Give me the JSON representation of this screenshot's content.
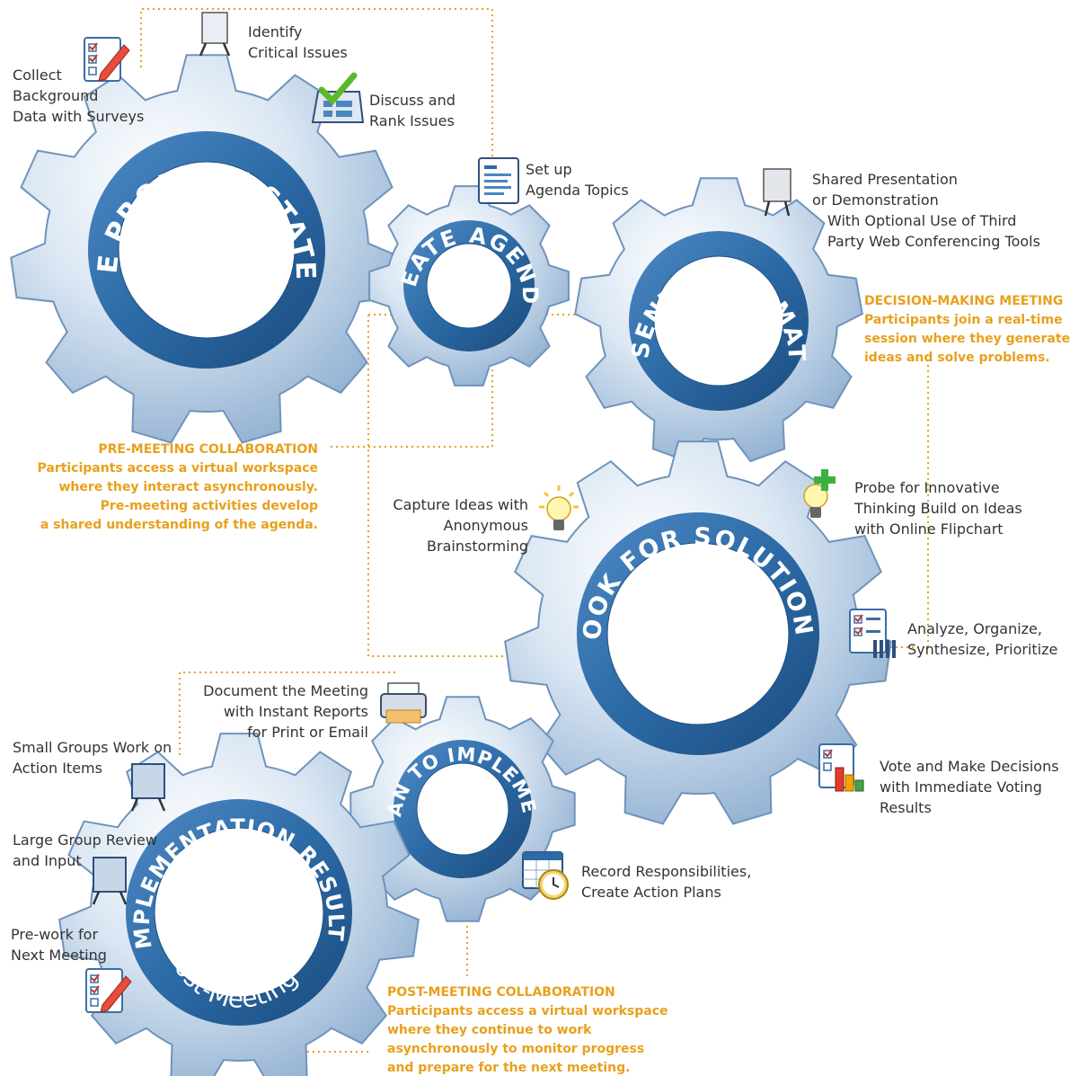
{
  "colors": {
    "gear_light": "#e6eef7",
    "gear_mid": "#a9c2dc",
    "gear_edge": "#6f93bb",
    "ring": "#2c6aa6",
    "ring_dark": "#1d4f82",
    "orange": "#e8a01c",
    "text": "#333333"
  },
  "gears": {
    "define": {
      "title": "DEFINE PROBLEM STATEMENT",
      "subtitle": "Pre-Meeting"
    },
    "agenda": {
      "title": "CREATE AGENDA"
    },
    "present": {
      "title": "PRESENT INFORMATION"
    },
    "solutions": {
      "title": "LOOK FOR SOLUTIONS"
    },
    "plan": {
      "title": "PLAN TO IMPLEMENT"
    },
    "results": {
      "title": "IMPLEMENTATION RESULTS",
      "subtitle": "Post-Meeting"
    }
  },
  "labels": {
    "collect": [
      "Collect",
      "Background",
      "Data with Surveys"
    ],
    "identify": [
      "Identify",
      "Critical Issues"
    ],
    "discuss": [
      "Discuss and",
      "Rank Issues"
    ],
    "setup": [
      "Set up",
      "Agenda Topics"
    ],
    "shared": [
      "Shared Presentation",
      "or Demonstration",
      "With Optional Use of Third",
      "Party Web Conferencing Tools"
    ],
    "capture": [
      "Capture Ideas with",
      "Anonymous",
      "Brainstorming"
    ],
    "probe": [
      "Probe for Innovative",
      "Thinking Build on Ideas",
      "with Online Flipchart"
    ],
    "analyze": [
      "Analyze, Organize,",
      "Synthesize, Prioritize"
    ],
    "document": [
      "Document the Meeting",
      "with Instant Reports",
      "for Print or Email"
    ],
    "vote": [
      "Vote and Make Decisions",
      "with Immediate Voting",
      "Results"
    ],
    "small": [
      "Small Groups Work on",
      "Action Items"
    ],
    "large": [
      "Large Group Review",
      "and Input"
    ],
    "prework": [
      "Pre-work for",
      "Next Meeting"
    ],
    "record": [
      "Record Responsibilities,",
      "Create Action Plans"
    ]
  },
  "callouts": {
    "pre": {
      "title": "PRE-MEETING COLLABORATION",
      "lines": [
        "Participants access a virtual workspace",
        "where they interact asynchronously.",
        "Pre-meeting activities develop",
        "a shared understanding of the agenda."
      ]
    },
    "decision": {
      "title": "DECISION-MAKING MEETING",
      "lines": [
        "Participants join a real-time",
        "session where they generate",
        "ideas and solve problems."
      ]
    },
    "post": {
      "title": "POST-MEETING COLLABORATION",
      "lines": [
        "Participants access a virtual workspace",
        "where they continue to work",
        "asynchronously to monitor progress",
        "and prepare for the next meeting."
      ]
    }
  },
  "icons": [
    "checklist-pencil-icon",
    "flipchart-icon",
    "checkmark-board-icon",
    "agenda-document-icon",
    "presentation-easel-icon",
    "lightbulb-icon",
    "lightbulb-plus-icon",
    "checklist-chart-icon",
    "printer-icon",
    "voting-chart-icon",
    "flipchart-icon",
    "flipchart-icon",
    "checklist-pencil-icon",
    "calendar-clock-icon"
  ]
}
